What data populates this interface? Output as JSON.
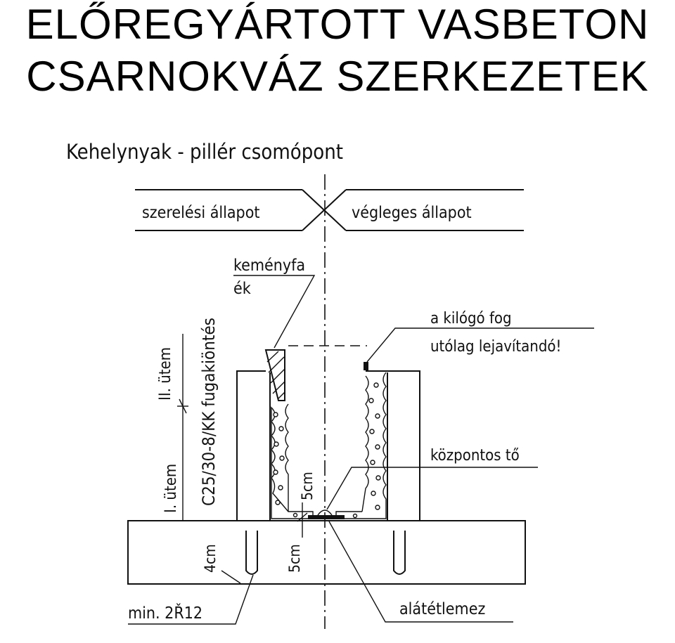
{
  "page": {
    "title_line1": "ELŐREGYÁRTOTT VASBETON",
    "title_line2": "CSARNOKVÁZ SZERKEZETEK"
  },
  "drawing": {
    "heading": "Kehelynyak - pillér csomópont",
    "state_left": "szerelési állapot",
    "state_right": "végleges állapot",
    "wedge_label_1": "keményfa",
    "wedge_label_2": "ék",
    "grout_label": "C25/30-8/KK fugakiöntés",
    "stage_2": "II. ütem",
    "stage_1": "I. ütem",
    "tooth_note_1": "a kilógó fog",
    "tooth_note_2": "utólag lejavítandó!",
    "centering_label": "központos tő",
    "dim_5cm_a": "5cm",
    "dim_5cm_b": "5cm",
    "dim_4cm": "4cm",
    "rebar_label": "min. 2Ř12",
    "bearing_plate_label": "alátétlemez"
  },
  "colors": {
    "ink": "#111111",
    "background": "#ffffff"
  }
}
